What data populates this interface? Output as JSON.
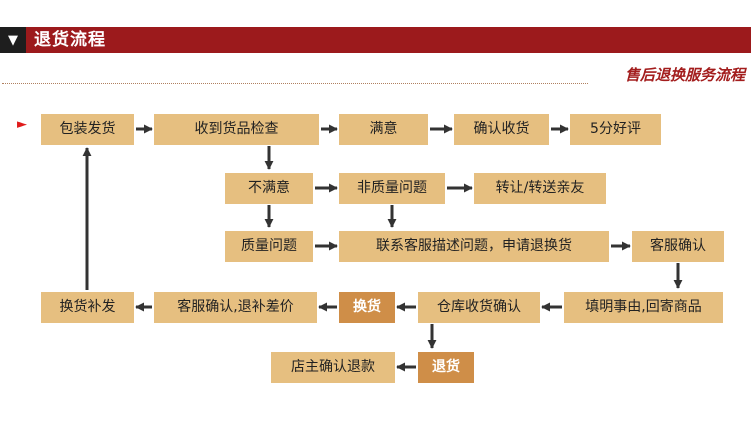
{
  "header": {
    "marker": "▼",
    "title": "退货流程",
    "subtitle": "售后退换服务流程",
    "bar_color": "#9c1a1c"
  },
  "start_marker": "►",
  "flow": {
    "box_color": "#e6bf80",
    "highlight_color": "#cf8e48",
    "nodes": {
      "package_ship": "包装发货",
      "receive_inspect": "收到货品检查",
      "satisfied": "满意",
      "confirm_receipt": "确认收货",
      "five_star": "5分好评",
      "not_satisfied": "不满意",
      "non_quality_issue": "非质量问题",
      "transfer_gift": "转让/转送亲友",
      "quality_issue": "质量问题",
      "contact_service": "联系客服描述问题，申请退换货",
      "cs_confirm": "客服确认",
      "fill_reason": "填明事由,回寄商品",
      "warehouse_confirm": "仓库收货确认",
      "exchange": "换货",
      "cs_confirm_refund_diff": "客服确认,退补差价",
      "reissue": "换货补发",
      "return": "退货",
      "shop_confirm_refund": "店主确认退款"
    }
  }
}
